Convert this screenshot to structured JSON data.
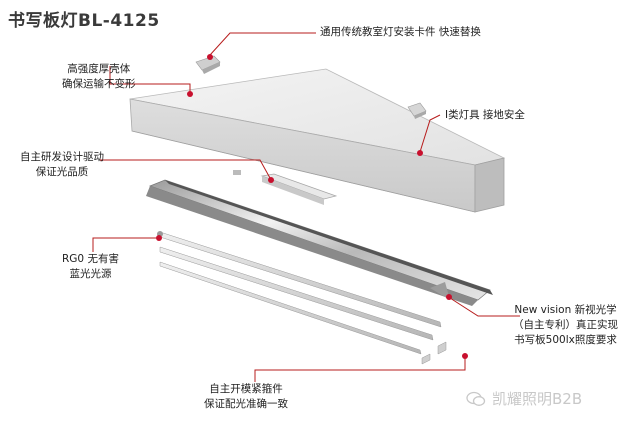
{
  "title": "书写板灯BL-4125",
  "callouts": {
    "card_slot": "通用传统教室灯安装卡件 快速替换",
    "housing": [
      "高强度厚壳体",
      "确保运输不变形"
    ],
    "ground": "I类灯具 接地安全",
    "driver": [
      "自主研发设计驱动",
      "保证光品质"
    ],
    "rg0": [
      "RG0 无有害",
      "蓝光光源"
    ],
    "optics": [
      "New vision 新视光学",
      "（自主专利）真正实现",
      "书写板500lx照度要求"
    ],
    "clamp": [
      "自主开模紧箍件",
      "保证配光准确一致"
    ]
  },
  "watermark": "凯耀照明B2B",
  "colors": {
    "accent": "#c8102e",
    "line": "#b71c1c"
  }
}
